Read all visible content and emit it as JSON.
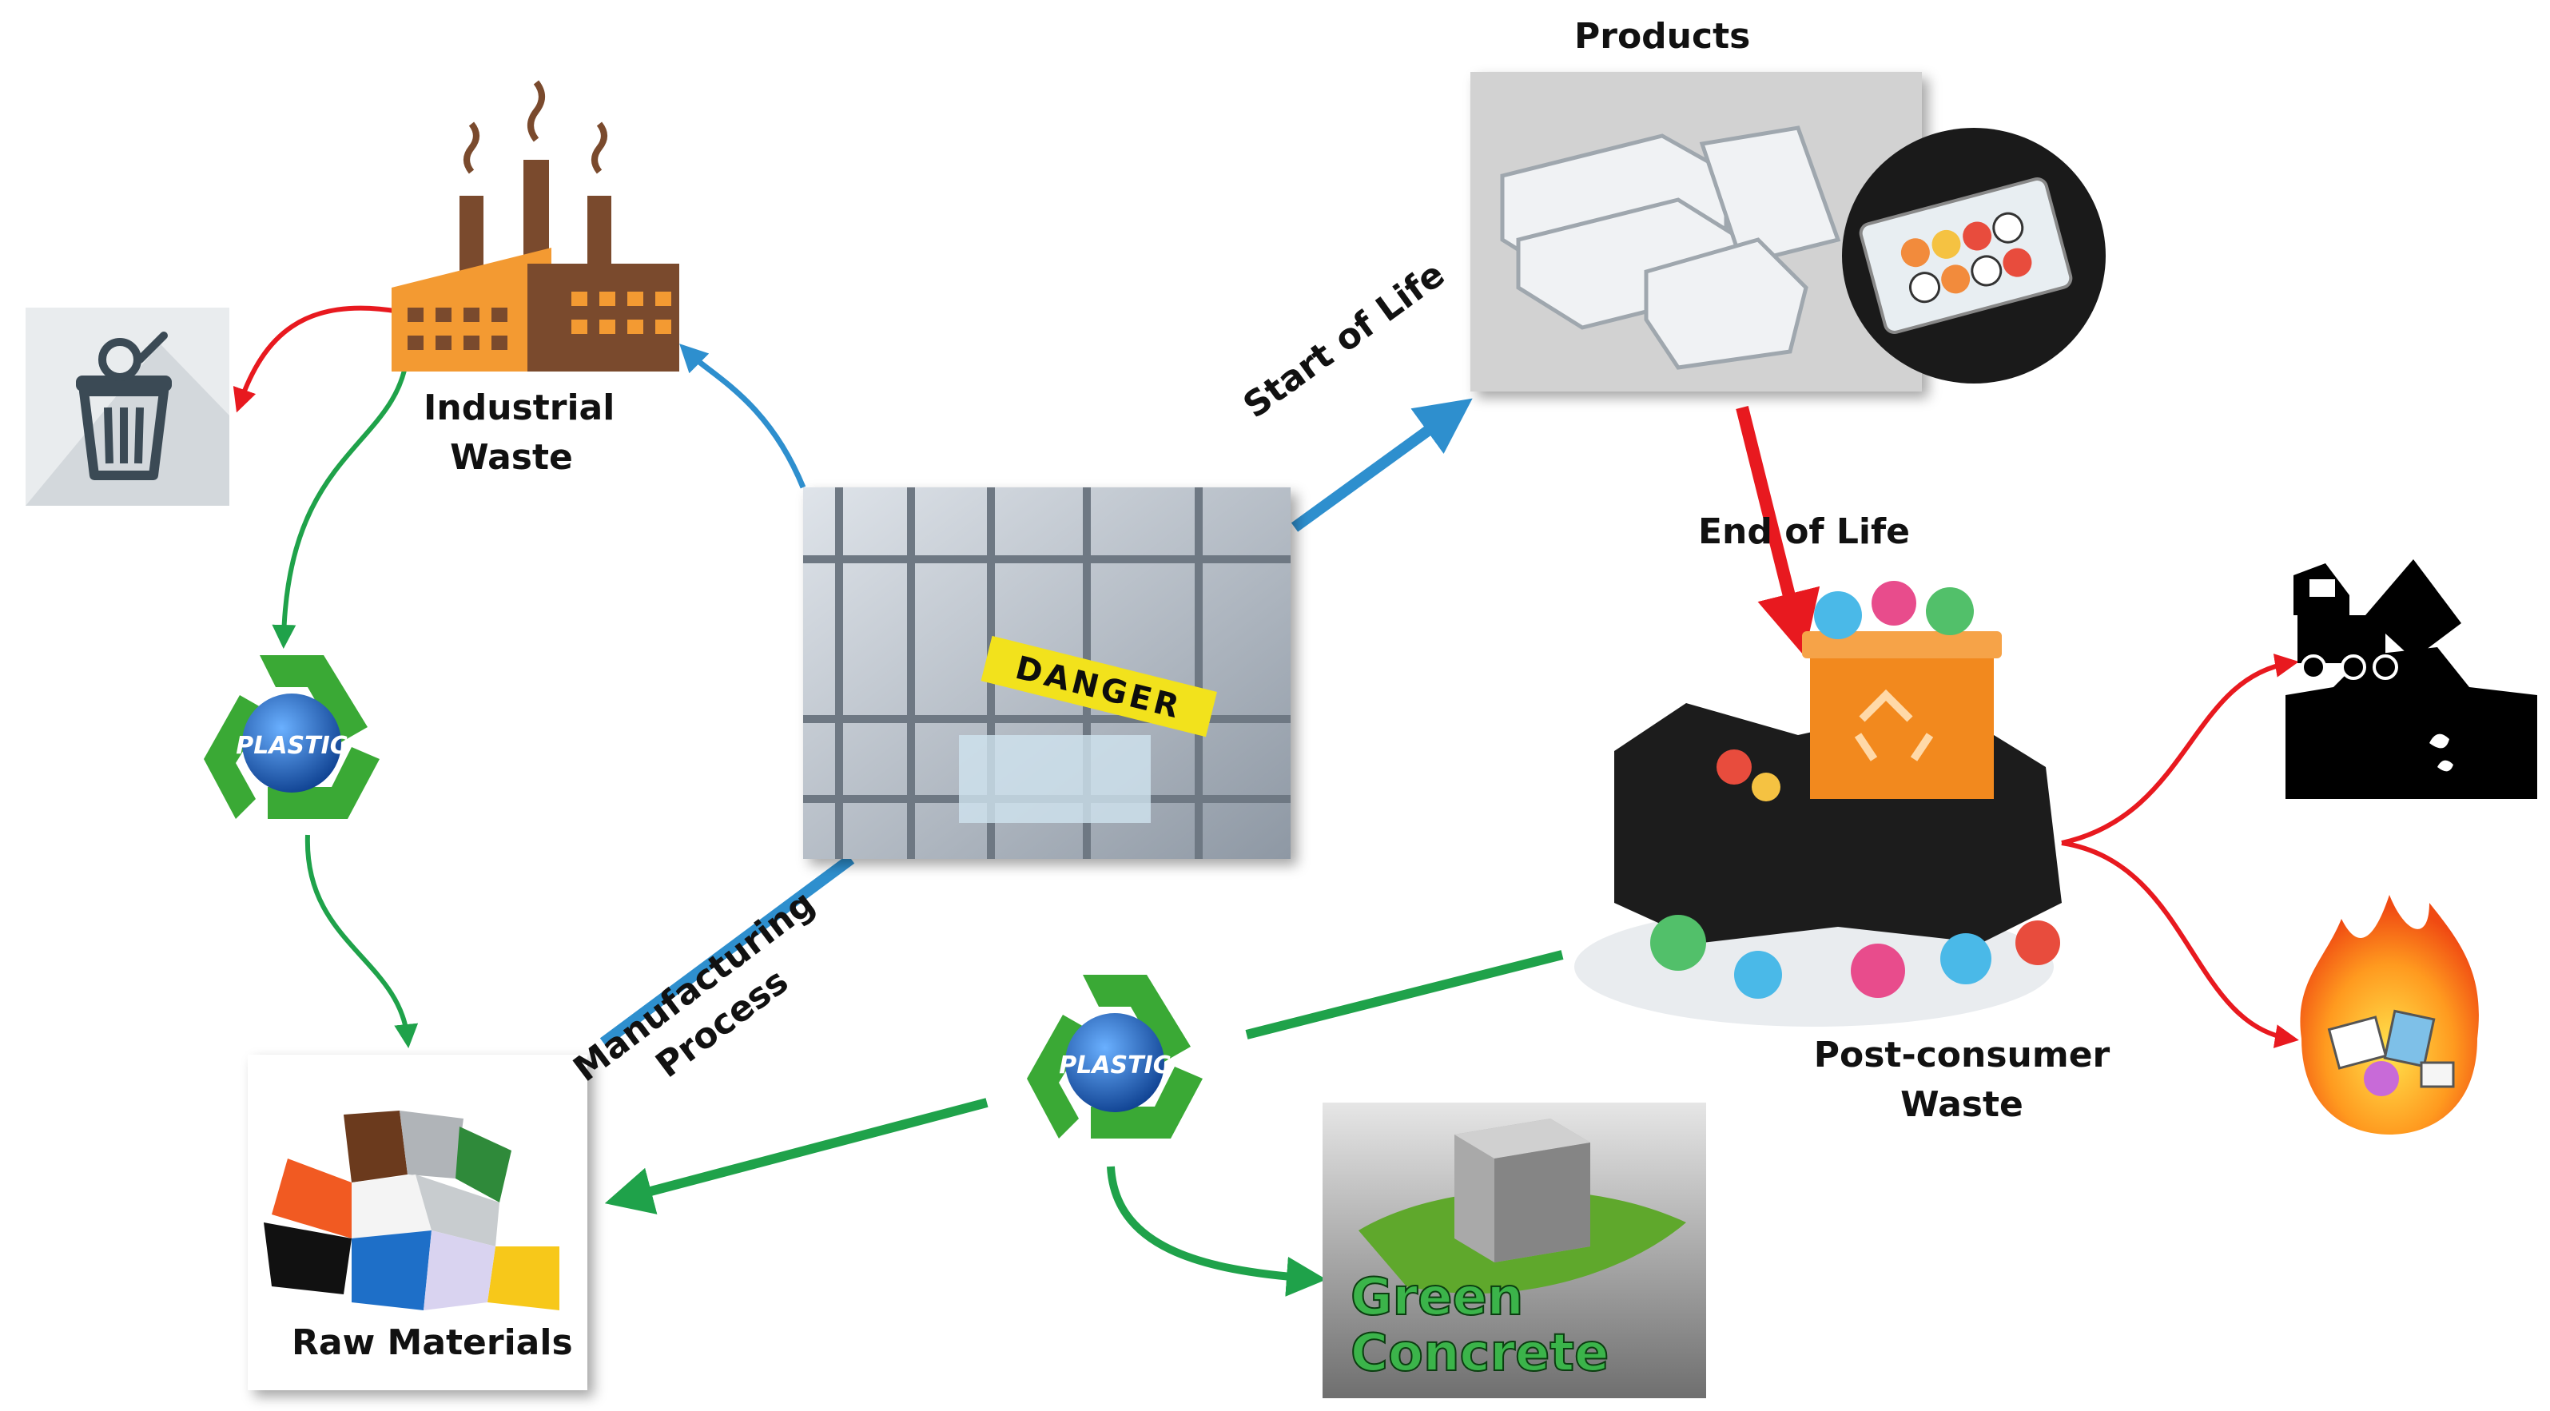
{
  "labels": {
    "products": "Products",
    "industrial_waste": [
      "Industrial",
      "Waste"
    ],
    "start_of_life": "Start of Life",
    "end_of_life": "End of Life",
    "manufacturing_process": [
      "Manufacturing",
      "Process"
    ],
    "post_consumer_waste": [
      "Post-consumer",
      "Waste"
    ],
    "raw_materials": "Raw Materials",
    "danger_sign": "DANGER",
    "recycle_badge": "PLASTIC",
    "green_concrete": [
      "Green",
      "Concrete"
    ]
  },
  "colors": {
    "blue_arrow": "#2e8fce",
    "red_arrow": "#e8191f",
    "green_arrow": "#1fa24a",
    "factory_orange": "#f39a32",
    "factory_brown": "#7a4a2d",
    "recycle_green": "#3aa935",
    "badge_blue": "#1a5fb4"
  },
  "icons": [
    "factory-icon",
    "trash-bin-icon",
    "recycle-plastic-icon",
    "dump-truck-landfill-icon",
    "burning-waste-icon",
    "waste-bag-pile-icon",
    "granules-icon",
    "concrete-cube-leaf-icon",
    "clamshell-containers-icon",
    "machinery-icon"
  ]
}
